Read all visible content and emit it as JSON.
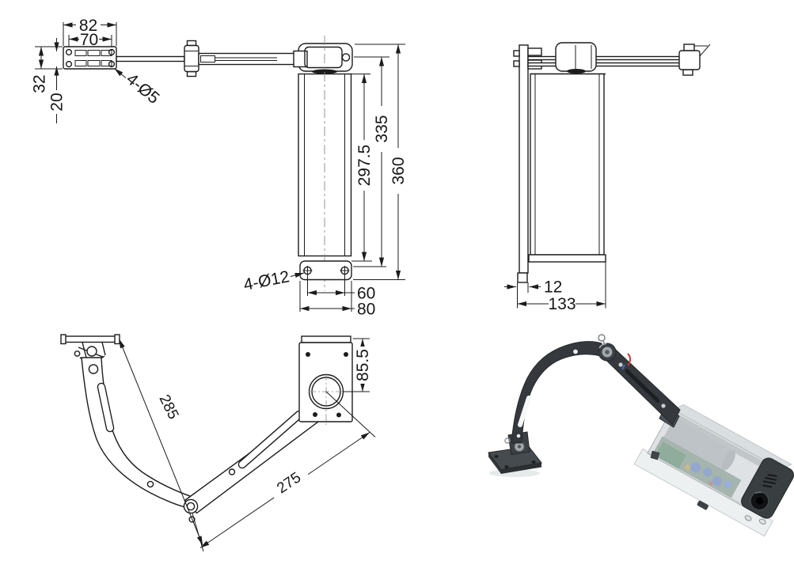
{
  "front_view": {
    "dim_plate_width": "82",
    "dim_hole_span_h": "70",
    "dim_plate_height": "32",
    "dim_hole_span_v": "20",
    "label_plate_holes": "4-Ø5",
    "dim_cylinder_length": "297.5",
    "dim_to_pivot": "335",
    "dim_overall_length": "360",
    "label_base_holes": "4-Ø12",
    "dim_base_hole_span": "60",
    "dim_base_width": "80"
  },
  "side_view": {
    "dim_plate_thickness": "12",
    "dim_overall_depth": "133"
  },
  "arm_view": {
    "dim_upper_arm": "285",
    "dim_forearm": "275",
    "dim_bracket_offset": "85.5"
  },
  "render3d": {
    "colors": {
      "arm": "#35393d",
      "arm_dark": "#2c3033",
      "foot": "#464b4f",
      "cap": "#393e41",
      "cover": "#c4cace",
      "top_face": "#d9dee1",
      "base": "#ecf0f0",
      "motor": "#b4babe",
      "pcb": "#74937c",
      "pcb_green": "#3f7d54",
      "component_blue": "#4a72cc",
      "pivot_silver": "#a2a8ac"
    }
  }
}
